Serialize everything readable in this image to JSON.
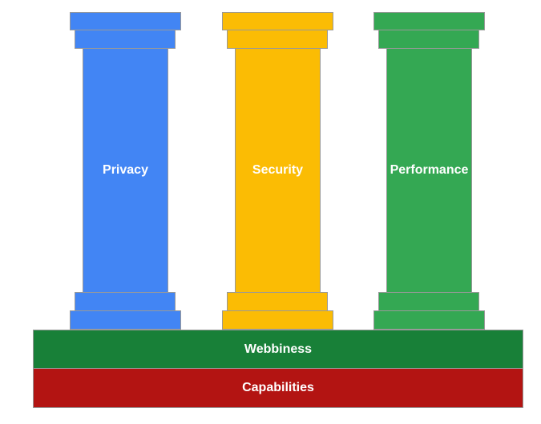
{
  "pillars": [
    {
      "label": "Privacy",
      "color": "#4285f4"
    },
    {
      "label": "Security",
      "color": "#fbbc04"
    },
    {
      "label": "Performance",
      "color": "#34a853"
    }
  ],
  "foundation": [
    {
      "label": "Webbiness",
      "color": "#188038"
    },
    {
      "label": "Capabilities",
      "color": "#b31412"
    }
  ]
}
